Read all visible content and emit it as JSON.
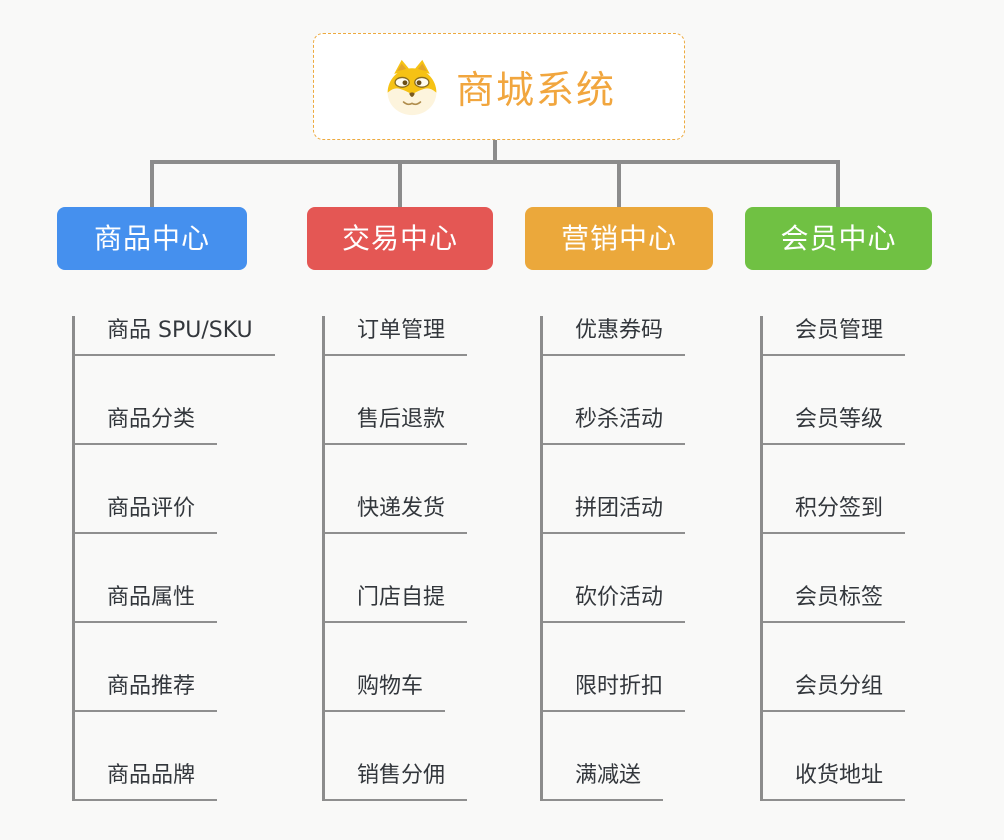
{
  "root": {
    "title": "商城系统",
    "icon": "doge-icon"
  },
  "branches": [
    {
      "label": "商品中心",
      "color": "#4590ee",
      "items": [
        "商品 SPU/SKU",
        "商品分类",
        "商品评价",
        "商品属性",
        "商品推荐",
        "商品品牌"
      ]
    },
    {
      "label": "交易中心",
      "color": "#e45754",
      "items": [
        "订单管理",
        "售后退款",
        "快递发货",
        "门店自提",
        "购物车",
        "销售分佣"
      ]
    },
    {
      "label": "营销中心",
      "color": "#eba83b",
      "items": [
        "优惠券码",
        "秒杀活动",
        "拼团活动",
        "砍价活动",
        "限时折扣",
        "满减送"
      ]
    },
    {
      "label": "会员中心",
      "color": "#70c143",
      "items": [
        "会员管理",
        "会员等级",
        "积分签到",
        "会员标签",
        "会员分组",
        "收货地址"
      ]
    }
  ],
  "theme": {
    "background": "#f9f9f8",
    "connector_color": "#8c8c8c",
    "root_border_color": "#edaa3f",
    "root_title_color": "#f1a63e",
    "item_text_color": "#33373c"
  }
}
